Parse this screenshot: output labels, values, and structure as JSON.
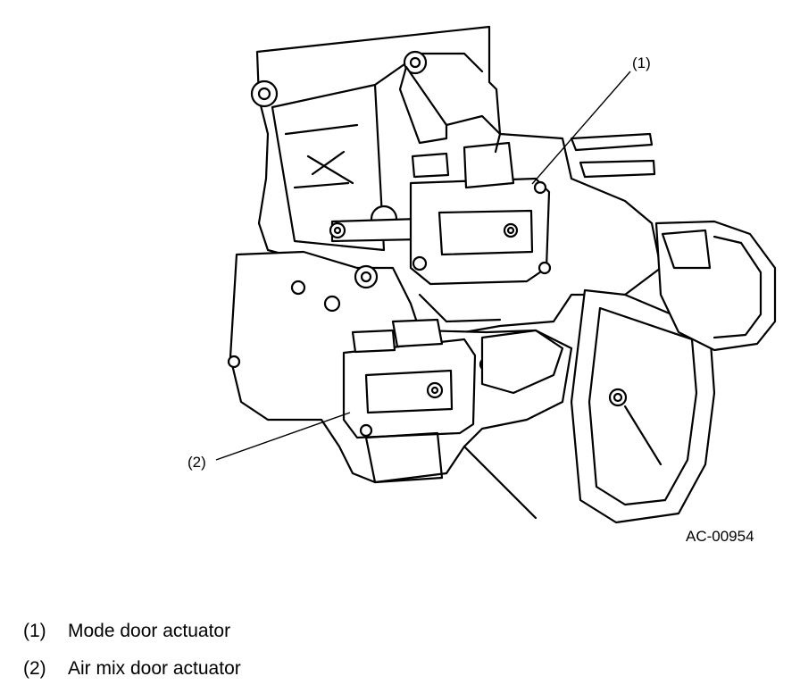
{
  "figure": {
    "id": "AC-00954",
    "callouts": [
      {
        "marker": "(1)"
      },
      {
        "marker": "(2)"
      }
    ]
  },
  "legend": {
    "items": [
      {
        "number": "(1)",
        "text": "Mode door actuator"
      },
      {
        "number": "(2)",
        "text": "Air mix door actuator"
      }
    ]
  }
}
